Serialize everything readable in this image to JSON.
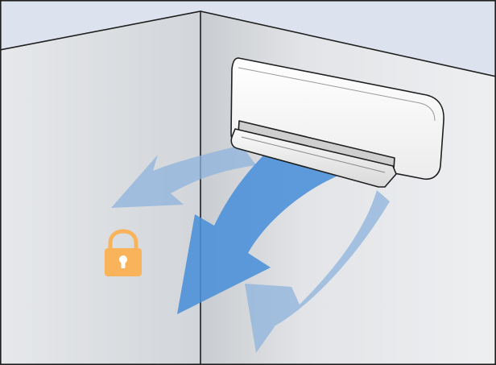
{
  "scene": {
    "description_icon": "air-conditioner-airflow-illustration",
    "colors": {
      "ceiling": "#dde3ee",
      "left_wall": "#d9dde2",
      "right_wall": "#d6d9dd",
      "outline": "#1f1f1f",
      "ac_body": "#f7f7f7",
      "airflow_main": "#4a90d9",
      "airflow_side": "#8eb3dc",
      "lock": "#f9b35a"
    },
    "icons": {
      "unit": "air-conditioner-icon",
      "lock": "lock-icon",
      "airflow": "arrow-icon"
    },
    "airflow": {
      "directions": [
        "left",
        "down",
        "down-right"
      ],
      "active_direction": "down"
    },
    "lock_state": "locked"
  }
}
